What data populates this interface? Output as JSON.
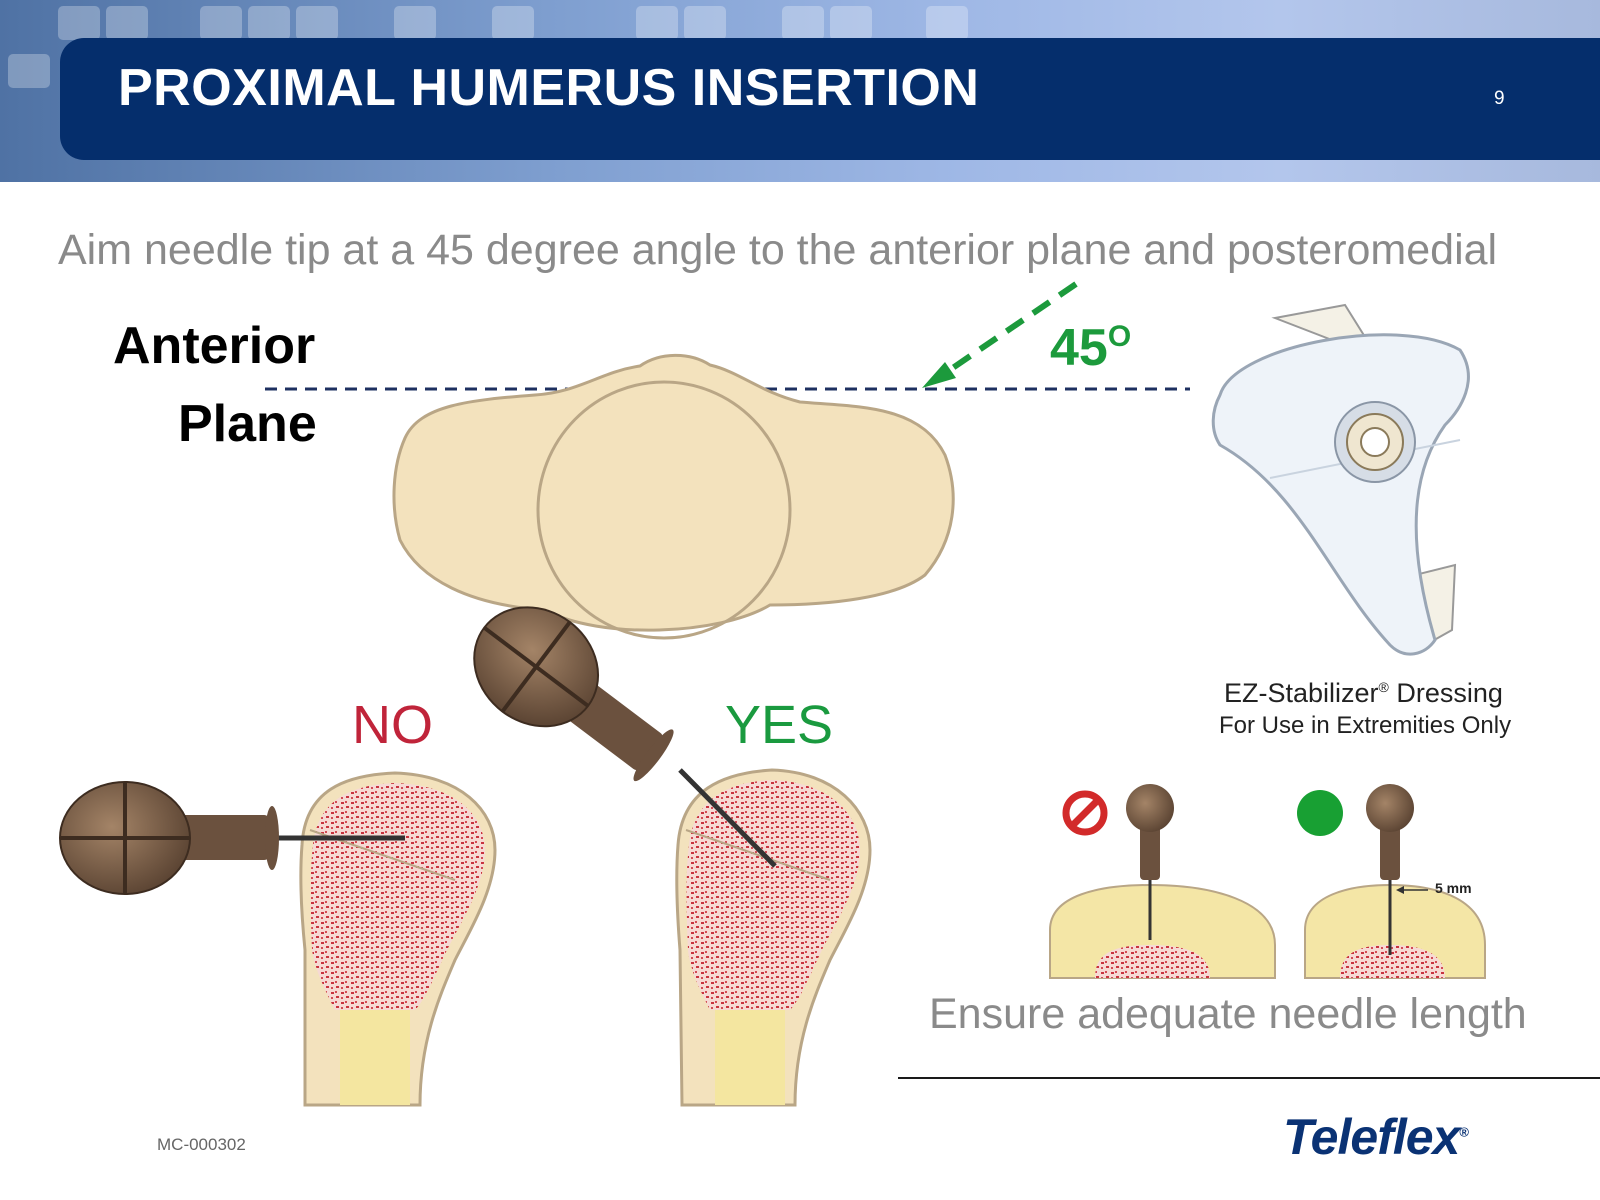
{
  "header": {
    "title": "PROXIMAL HUMERUS INSERTION",
    "page_number": "9"
  },
  "instruction": "Aim needle tip at a 45 degree angle to the anterior plane and posteromedial",
  "diagram": {
    "anterior_label": "Anterior",
    "plane_label": "Plane",
    "angle_value": "45",
    "angle_unit": "O",
    "no_label": "NO",
    "yes_label": "YES",
    "measurement_label": "5 mm"
  },
  "product": {
    "name": "EZ-Stabilizer",
    "mark": "®",
    "name_suffix": " Dressing",
    "note": "For Use in Extremities Only"
  },
  "footer_note": "Ensure adequate needle length",
  "document_code": "MC-000302",
  "brand": {
    "name": "Teleflex",
    "mark": "®"
  },
  "colors": {
    "header_blue": "#052e6c",
    "green": "#1a9a3f",
    "red": "#c0243a",
    "bone": "#f4e2bc",
    "marrow": "#c9323e"
  }
}
